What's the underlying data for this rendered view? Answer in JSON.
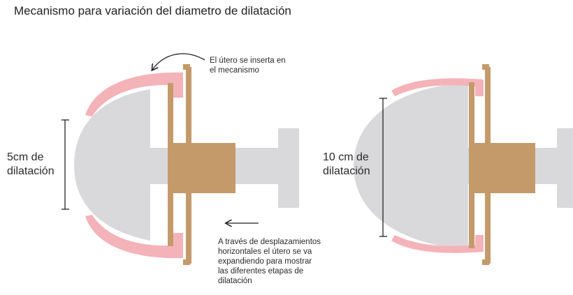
{
  "title": "Mecanismo para variación del diametro de dilatación",
  "left_diagram": {
    "dilation_label": "5cm de\ndilatación",
    "insert_note": "El útero se inserta en\nel mecanismo",
    "displacement_note": "A través de desplazamientos\nhorizontales el útero se va\nexpandiendo para mostrar\nlas diferentes etapas de\ndilatación"
  },
  "right_diagram": {
    "dilation_label": "10 cm de\ndilatación"
  },
  "colors": {
    "grey_body": "#d9d9db",
    "pink_uterus": "#f4b3b9",
    "tan_mechanism": "#c49a6b",
    "dark_line": "#222222"
  }
}
